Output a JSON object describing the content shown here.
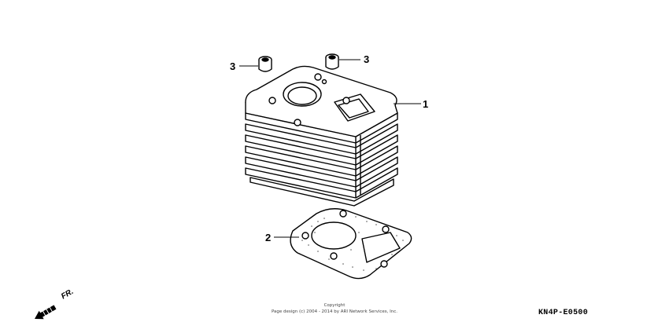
{
  "callouts": {
    "cylinder": "1",
    "gasket": "2",
    "dowel_left": "3",
    "dowel_right": "3"
  },
  "direction_label": "FR.",
  "copyright": {
    "line1": "Copyright",
    "line2": "Page design (c) 2004 - 2014 by ARI Network Services, Inc."
  },
  "diagram_code": "KN4P-E0500",
  "colors": {
    "line": "#000000",
    "gasket_fill": "#ffffff",
    "speckle": "#555555"
  }
}
